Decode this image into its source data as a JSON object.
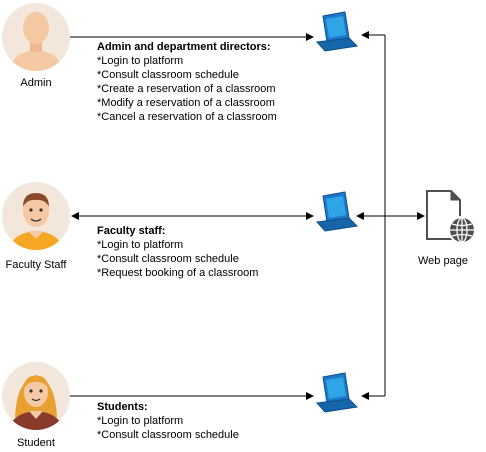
{
  "actors": {
    "admin": {
      "label": "Admin"
    },
    "faculty": {
      "label": "Faculty Staff"
    },
    "student": {
      "label": "Student"
    }
  },
  "permissions": {
    "admin": {
      "heading": "Admin and department directors:",
      "items": [
        "*Login to platform",
        "*Consult classroom schedule",
        "*Create a reservation of a classroom",
        "*Modify a reservation of a classroom",
        "*Cancel a reservation of a classroom"
      ]
    },
    "faculty": {
      "heading": "Faculty staff:",
      "items": [
        "*Login to platform",
        "*Consult classroom schedule",
        "*Request booking of a classroom"
      ]
    },
    "student": {
      "heading": "Students:",
      "items": [
        "*Login to platform",
        "*Consult classroom schedule"
      ]
    }
  },
  "web_page": {
    "label": "Web page"
  },
  "colors": {
    "skin": "#f5c9a4",
    "admin_bg": "#f3e7dc",
    "faculty_bg": "#f3e7dc",
    "faculty_shirt": "#f5a623",
    "student_bg": "#f3e7dc",
    "student_hair": "#e8a030",
    "monitor_blue": "#1e78c8",
    "line": "#000000"
  },
  "icons": {
    "actor": "person-avatar-icon",
    "computer": "laptop-computer-icon",
    "web": "web-page-document-globe-icon"
  }
}
